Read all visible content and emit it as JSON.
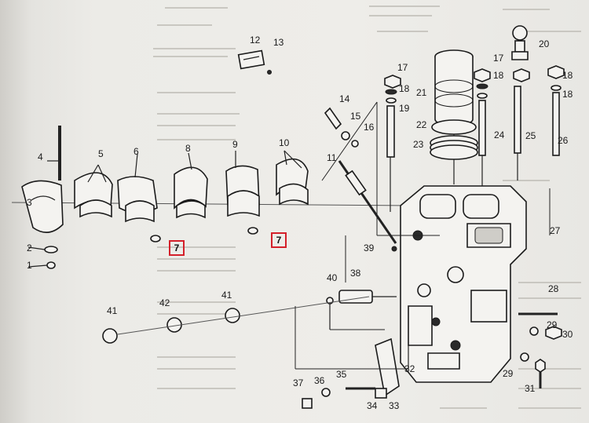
{
  "diagram": {
    "callouts": [
      "1",
      "2",
      "3",
      "4",
      "5",
      "6",
      "8",
      "9",
      "10",
      "11",
      "12",
      "13",
      "14",
      "15",
      "16",
      "17",
      "17",
      "18",
      "18",
      "18",
      "19",
      "20",
      "21",
      "22",
      "23",
      "24",
      "25",
      "26",
      "27",
      "28",
      "29",
      "29",
      "30",
      "31",
      "32",
      "33",
      "34",
      "35",
      "36",
      "37",
      "38",
      "39",
      "40",
      "41",
      "41",
      "42",
      "18"
    ],
    "highlighted_labels": [
      "7",
      "7"
    ],
    "highlight_color": "#d4202a"
  }
}
